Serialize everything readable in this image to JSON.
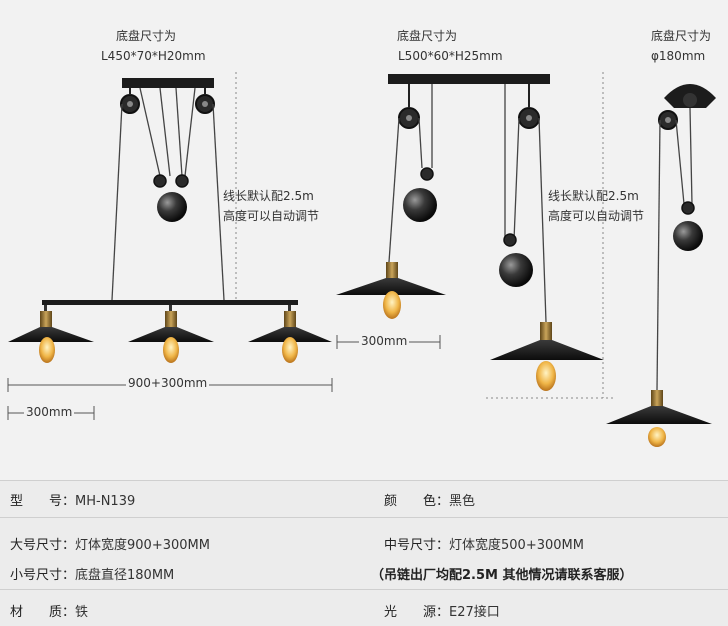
{
  "lamps": {
    "left": {
      "base_title": "底盘尺寸为",
      "base_size": "L450*70*H20mm",
      "cable_line1": "线长默认配2.5m",
      "cable_line2": "高度可以自动调节",
      "width_dim": "900+300mm",
      "shade_dim": "300mm"
    },
    "middle": {
      "base_title": "底盘尺寸为",
      "base_size": "L500*60*H25mm",
      "cable_line1": "线长默认配2.5m",
      "cable_line2": "高度可以自动调节",
      "shade_dim": "300mm"
    },
    "right": {
      "base_title": "底盘尺寸为",
      "base_size": "φ180mm"
    }
  },
  "specs": {
    "model_label": "型　　号：",
    "model_value": "MH-N139",
    "color_label": "颜　　色：",
    "color_value": "黑色",
    "large_label": "大号尺寸：",
    "large_value": "灯体宽度900+300MM",
    "medium_label": "中号尺寸：",
    "medium_value": "灯体宽度500+300MM",
    "small_label": "小号尺寸：",
    "small_value": "底盘直径180MM",
    "note": "（吊链出厂均配2.5M 其他情况请联系客服）",
    "material_label": "材　　质：",
    "material_value": "铁",
    "light_label": "光　　源：",
    "light_value": "E27接口"
  },
  "colors": {
    "metal": "#1a1a1a",
    "brass": "#9a7a3a",
    "bulb": "#f0b648",
    "accent_red": "#c0392b"
  }
}
